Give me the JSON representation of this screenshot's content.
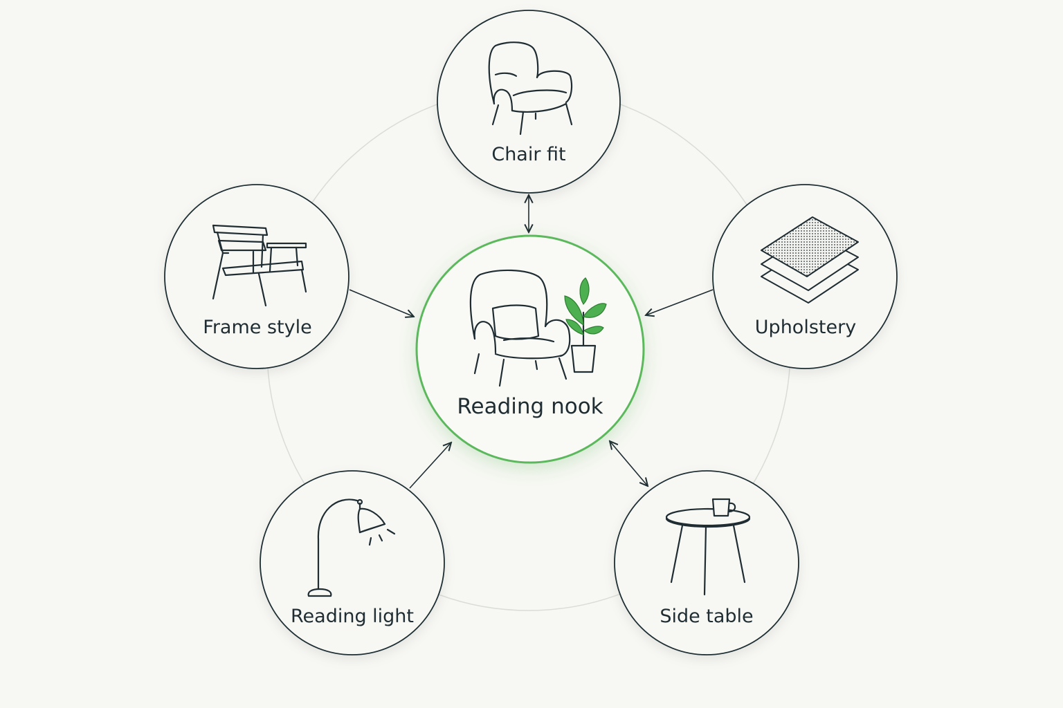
{
  "diagram": {
    "center": {
      "label": "Reading nook",
      "icon": "armchair-with-plant-icon"
    },
    "nodes": [
      {
        "key": "chair_fit",
        "label": "Chair fit",
        "icon": "armchair-icon"
      },
      {
        "key": "frame_style",
        "label": "Frame style",
        "icon": "wooden-frame-chair-icon"
      },
      {
        "key": "upholstery",
        "label": "Upholstery",
        "icon": "fabric-layers-icon"
      },
      {
        "key": "reading_light",
        "label": "Reading light",
        "icon": "arc-floor-lamp-icon"
      },
      {
        "key": "side_table",
        "label": "Side table",
        "icon": "side-table-with-cup-icon"
      }
    ],
    "connections": [
      {
        "from": "chair_fit",
        "to": "center",
        "direction": "both"
      },
      {
        "from": "frame_style",
        "to": "center",
        "direction": "to-center"
      },
      {
        "from": "upholstery",
        "to": "center",
        "direction": "to-center"
      },
      {
        "from": "reading_light",
        "to": "center",
        "direction": "to-center"
      },
      {
        "from": "side_table",
        "to": "center",
        "direction": "both"
      }
    ]
  },
  "colors": {
    "background": "#f7f7f3",
    "outline": "#1f2d33",
    "accent": "#5cb85c",
    "leaf": "#4caf50",
    "ring": "#d9ddd6"
  }
}
